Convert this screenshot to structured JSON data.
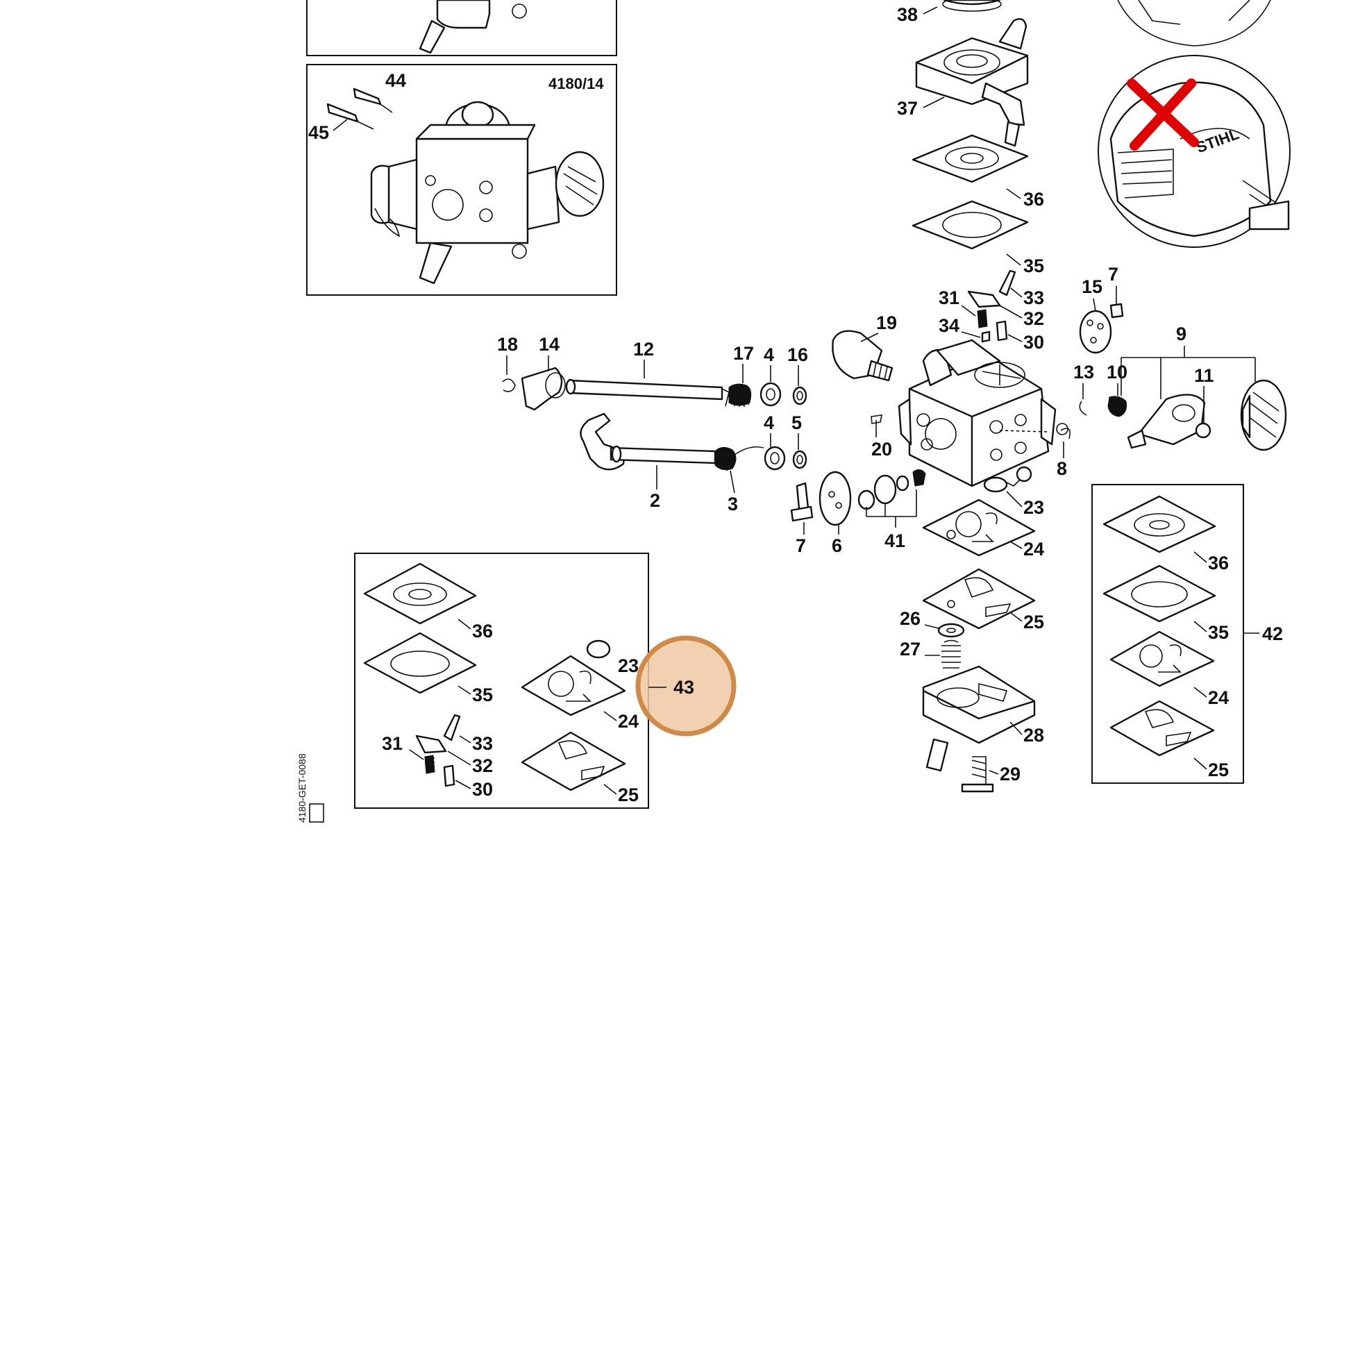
{
  "diagram": {
    "drawing_code": "4180/14",
    "side_code": "4180-GET-0088",
    "brand": "STIHL",
    "highlight": {
      "label": "43",
      "color": "#D89A5A",
      "fill": "#EEC9A3"
    },
    "callouts": {
      "c44": "44",
      "c45": "45",
      "c38": "38",
      "c37": "37",
      "c36": "36",
      "c35": "35",
      "c33": "33",
      "c31": "31",
      "c32": "32",
      "c34": "34",
      "c30": "30",
      "c19": "19",
      "c18": "18",
      "c14": "14",
      "c12": "12",
      "c17": "17",
      "c4a": "4",
      "c16": "16",
      "c4b": "4",
      "c5": "5",
      "c2": "2",
      "c3": "3",
      "c15": "15",
      "c7a": "7",
      "c9": "9",
      "c13": "13",
      "c10": "10",
      "c11": "11",
      "c20": "20",
      "c8": "8",
      "c23": "23",
      "c7b": "7",
      "c6": "6",
      "c41": "41",
      "c24": "24",
      "c25": "25",
      "c26": "26",
      "c27": "27",
      "c28": "28",
      "c29": "29",
      "k36": "36",
      "k35": "35",
      "k24": "24",
      "k25": "25",
      "k42": "42",
      "b36": "36",
      "b35": "35",
      "b23": "23",
      "b24": "24",
      "b33": "33",
      "b31": "31",
      "b32": "32",
      "b30": "30",
      "b25": "25"
    }
  }
}
